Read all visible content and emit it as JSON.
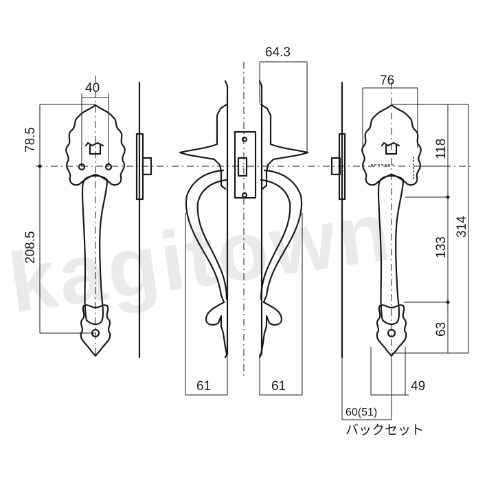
{
  "watermark": "kagitown",
  "dims": {
    "front_width": "40",
    "front_upper": "78.5",
    "front_lower": "208.5",
    "side_projection": "64.3",
    "side_left_grip": "61",
    "side_right_grip": "61",
    "back_width": "76",
    "back_upper": "118",
    "back_total": "314",
    "back_mid": "133",
    "back_lower": "63",
    "back_bottom_width": "49",
    "backset_value": "60(51)",
    "backset_label": "バックセット"
  }
}
